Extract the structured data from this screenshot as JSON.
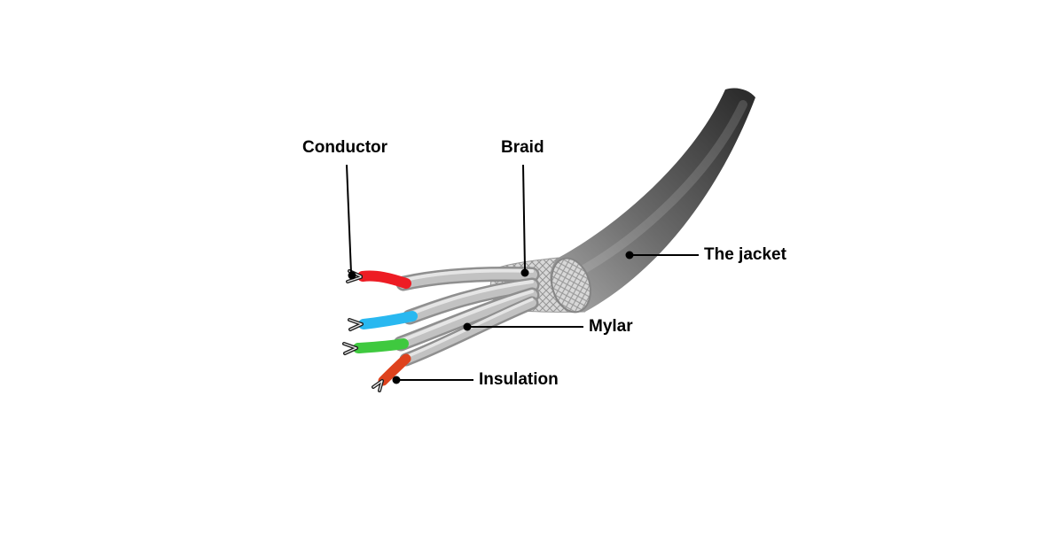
{
  "diagram": {
    "background": "#ffffff",
    "labels": [
      {
        "id": "conductor",
        "text": "Conductor"
      },
      {
        "id": "braid",
        "text": "Braid"
      },
      {
        "id": "jacket",
        "text": "The jacket"
      },
      {
        "id": "mylar",
        "text": "Mylar"
      },
      {
        "id": "insulation",
        "text": "Insulation"
      }
    ],
    "colors": {
      "jacket_dark": "#2d2d2d",
      "jacket_mid": "#6b6b6b",
      "jacket_light": "#a9a9a9",
      "braid_base": "#d8d8d8",
      "braid_line": "#979797",
      "mylar_dark": "#8f8f8f",
      "mylar_mid": "#c2c2c2",
      "mylar_light": "#e9e9e9",
      "wire_red": "#ed1c24",
      "wire_cyan": "#29b8f0",
      "wire_green": "#3fc93f",
      "wire_orange": "#de421d",
      "leader_line": "#000000",
      "text": "#000000"
    }
  }
}
